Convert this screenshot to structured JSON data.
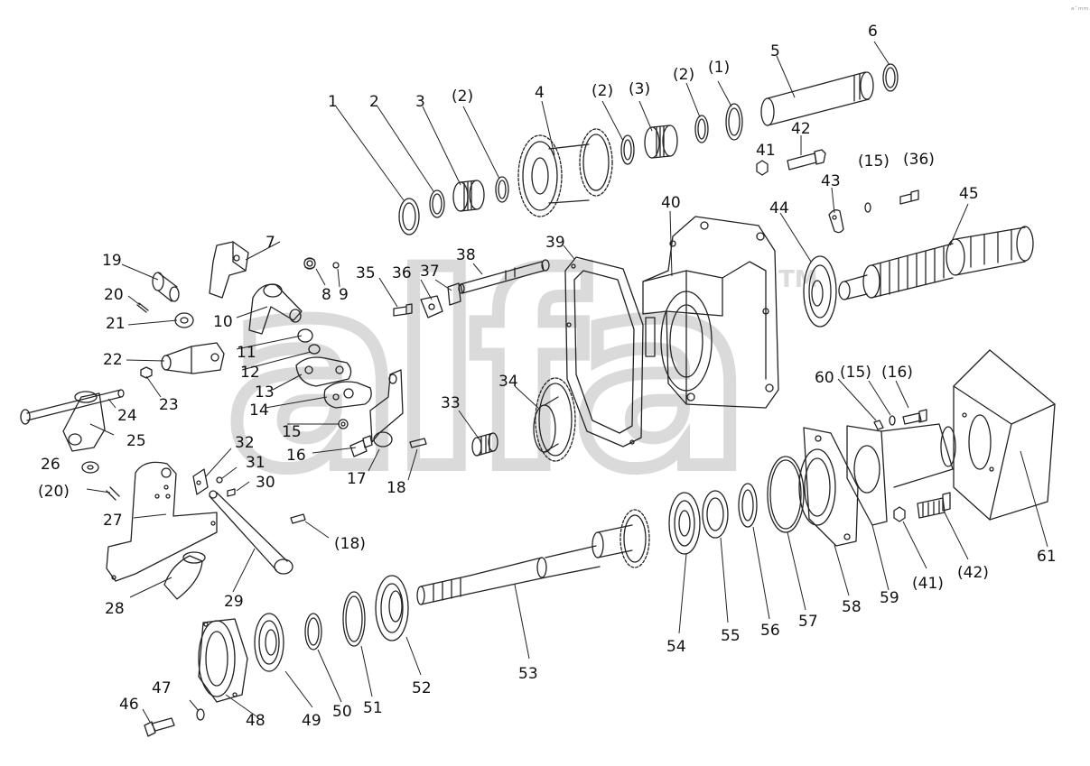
{
  "watermark": {
    "text": "alfa",
    "tm": "TM",
    "corner_mark": "ᵃ˙ᵐᵐ"
  },
  "parts": [
    {
      "id": "p1",
      "label": "1"
    },
    {
      "id": "p2",
      "label": "2"
    },
    {
      "id": "p3",
      "label": "3"
    },
    {
      "id": "p2a",
      "label": "(2)"
    },
    {
      "id": "p4",
      "label": "4"
    },
    {
      "id": "p2b",
      "label": "(2)"
    },
    {
      "id": "p3b",
      "label": "(3)"
    },
    {
      "id": "p2c",
      "label": "(2)"
    },
    {
      "id": "p1b",
      "label": "(1)"
    },
    {
      "id": "p5",
      "label": "5"
    },
    {
      "id": "p6",
      "label": "6"
    },
    {
      "id": "p41",
      "label": "41"
    },
    {
      "id": "p42",
      "label": "42"
    },
    {
      "id": "p15a",
      "label": "(15)"
    },
    {
      "id": "p36a",
      "label": "(36)"
    },
    {
      "id": "p43",
      "label": "43"
    },
    {
      "id": "p45",
      "label": "45"
    },
    {
      "id": "p40",
      "label": "40"
    },
    {
      "id": "p44",
      "label": "44"
    },
    {
      "id": "p7",
      "label": "7"
    },
    {
      "id": "p19",
      "label": "19"
    },
    {
      "id": "p20",
      "label": "20"
    },
    {
      "id": "p21",
      "label": "21"
    },
    {
      "id": "p8",
      "label": "8"
    },
    {
      "id": "p9",
      "label": "9"
    },
    {
      "id": "p10",
      "label": "10"
    },
    {
      "id": "p35",
      "label": "35"
    },
    {
      "id": "p36",
      "label": "36"
    },
    {
      "id": "p37",
      "label": "37"
    },
    {
      "id": "p38",
      "label": "38"
    },
    {
      "id": "p39",
      "label": "39"
    },
    {
      "id": "p11",
      "label": "11"
    },
    {
      "id": "p22",
      "label": "22"
    },
    {
      "id": "p12",
      "label": "12"
    },
    {
      "id": "p23",
      "label": "23"
    },
    {
      "id": "p13",
      "label": "13"
    },
    {
      "id": "p14",
      "label": "14"
    },
    {
      "id": "p24",
      "label": "24"
    },
    {
      "id": "p34",
      "label": "34"
    },
    {
      "id": "p33",
      "label": "33"
    },
    {
      "id": "p15",
      "label": "15"
    },
    {
      "id": "p25",
      "label": "25"
    },
    {
      "id": "p60",
      "label": "60"
    },
    {
      "id": "p15b",
      "label": "(15)"
    },
    {
      "id": "p16b",
      "label": "(16)"
    },
    {
      "id": "p16",
      "label": "16"
    },
    {
      "id": "p32",
      "label": "32"
    },
    {
      "id": "p17",
      "label": "17"
    },
    {
      "id": "p18",
      "label": "18"
    },
    {
      "id": "p26",
      "label": "26"
    },
    {
      "id": "p31",
      "label": "31"
    },
    {
      "id": "p30",
      "label": "30"
    },
    {
      "id": "p20b",
      "label": "(20)"
    },
    {
      "id": "p27",
      "label": "27"
    },
    {
      "id": "p18b",
      "label": "(18)"
    },
    {
      "id": "p28",
      "label": "28"
    },
    {
      "id": "p29",
      "label": "29"
    },
    {
      "id": "p61",
      "label": "61"
    },
    {
      "id": "p41b",
      "label": "(41)"
    },
    {
      "id": "p42b",
      "label": "(42)"
    },
    {
      "id": "p54",
      "label": "54"
    },
    {
      "id": "p55",
      "label": "55"
    },
    {
      "id": "p56",
      "label": "56"
    },
    {
      "id": "p57",
      "label": "57"
    },
    {
      "id": "p58",
      "label": "58"
    },
    {
      "id": "p59",
      "label": "59"
    },
    {
      "id": "p53",
      "label": "53"
    },
    {
      "id": "p52",
      "label": "52"
    },
    {
      "id": "p51",
      "label": "51"
    },
    {
      "id": "p50",
      "label": "50"
    },
    {
      "id": "p49",
      "label": "49"
    },
    {
      "id": "p48",
      "label": "48"
    },
    {
      "id": "p47",
      "label": "47"
    },
    {
      "id": "p46",
      "label": "46"
    }
  ]
}
